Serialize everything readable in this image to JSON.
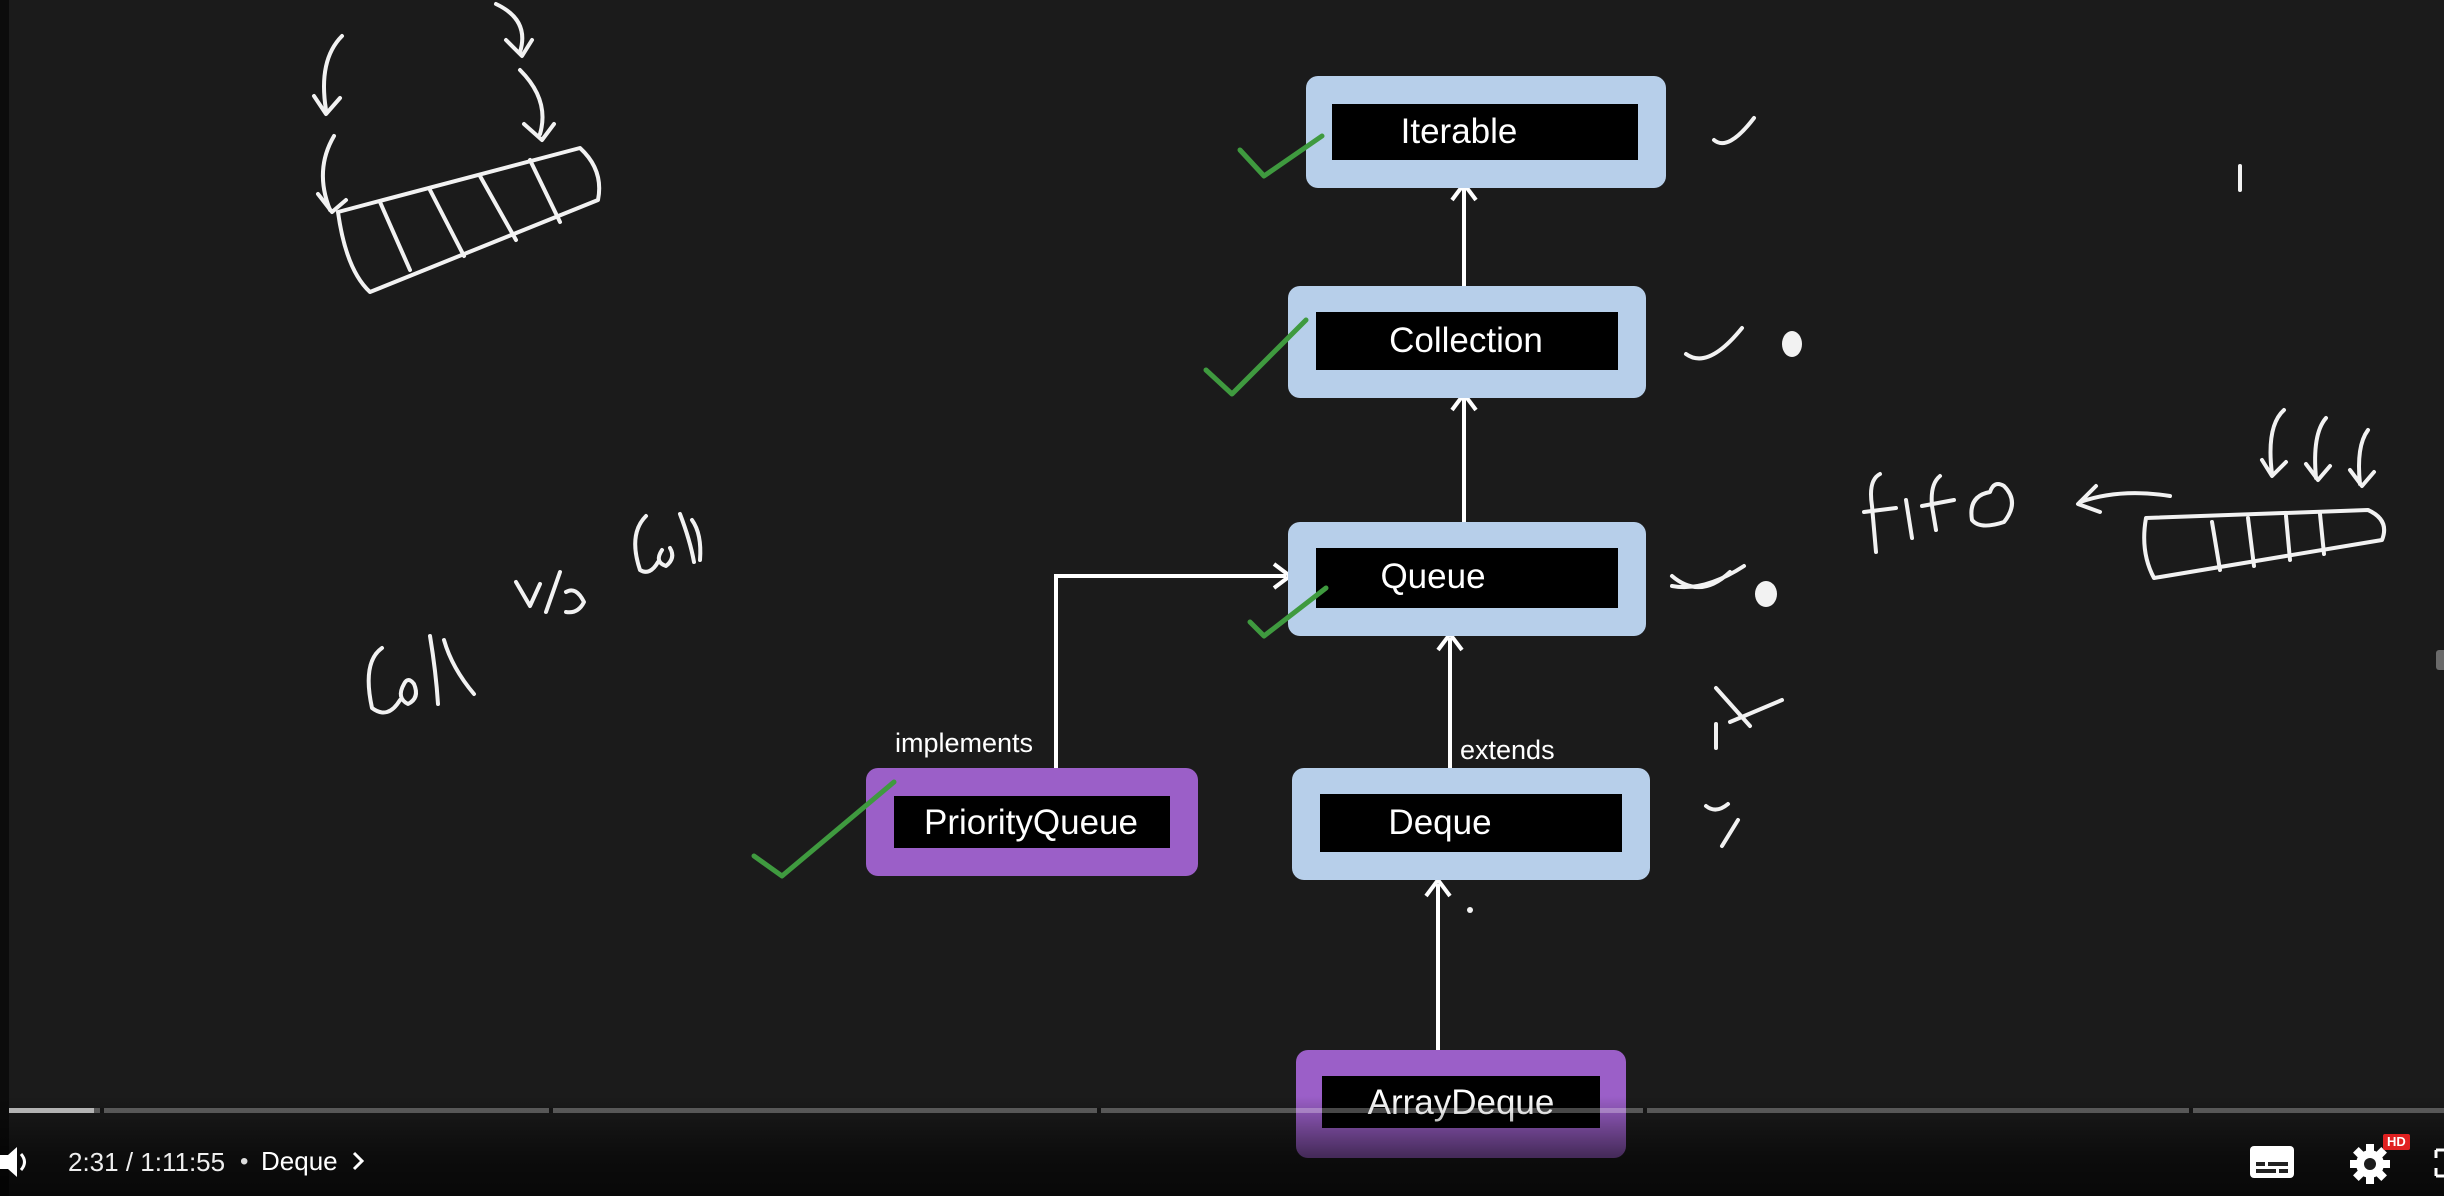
{
  "diagram": {
    "nodes": {
      "iterable": "Iterable",
      "collection": "Collection",
      "queue": "Queue",
      "deque": "Deque",
      "priority_queue": "PriorityQueue",
      "array_deque": "ArrayDeque"
    },
    "edge_labels": {
      "implements": "implements",
      "extends": "extends"
    },
    "colors": {
      "interface_box": "#b7cfea",
      "class_box": "#9b5fc8",
      "box_inner": "#000000",
      "check_green": "#3f9a3f",
      "ink_white": "#f4f4f4",
      "background": "#1b1b1b"
    }
  },
  "player": {
    "time_current": "2:31",
    "time_separator": "/",
    "time_total": "1:11:55",
    "time_display": "2:31 / 1:11:55",
    "chapter_separator": "•",
    "chapter_title": "Deque",
    "progress_fraction": 0.035,
    "hd_badge": "HD",
    "icons": {
      "volume": "volume-icon",
      "chapter_chevron": "chevron-right-icon",
      "subtitles": "subtitles-icon",
      "settings": "gear-icon",
      "fullscreen": "fullscreen-icon"
    }
  }
}
